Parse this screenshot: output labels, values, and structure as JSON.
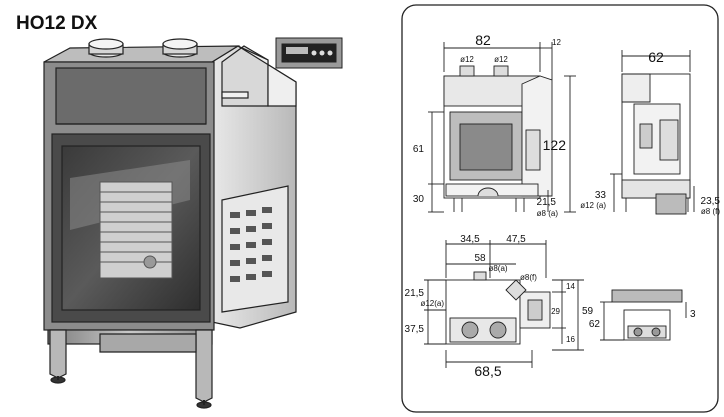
{
  "title": "HO12 DX",
  "front_view": {
    "width": "82",
    "offset": "12",
    "pipe_left": "ø12",
    "pipe_right": "ø12",
    "height": "122",
    "door_height": "61",
    "base_height": "30",
    "outlet_height": "21,5",
    "outlet_dia": "ø8 (a)"
  },
  "side_view": {
    "depth": "62",
    "inlet_height": "33",
    "inlet_dia": "ø12 (a)",
    "outlet_height": "23,5",
    "outlet_dia": "ø8 (f)"
  },
  "top_view": {
    "left_span": "34,5",
    "right_span": "47,5",
    "offset": "58",
    "hole_a": "ø8(a)",
    "hole_f": "ø8(f)",
    "side_height": "21,5",
    "side_dia": "ø12(a)",
    "front_depth": "37,5",
    "width": "68,5",
    "right_top": "14",
    "right_mid": "29",
    "right_total": "59",
    "right_bottom": "16"
  },
  "small_view": {
    "depth": "62",
    "gap": "3"
  }
}
